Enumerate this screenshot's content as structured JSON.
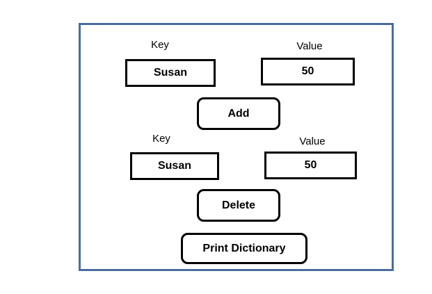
{
  "colors": {
    "panel_border": "#4a6d9e",
    "box_border": "#000000",
    "background": "#ffffff",
    "text": "#000000"
  },
  "add_section": {
    "key_label": "Key",
    "key_value": "Susan",
    "value_label": "Value",
    "value_value": "50",
    "button_label": "Add"
  },
  "delete_section": {
    "key_label": "Key",
    "key_value": "Susan",
    "value_label": "Value",
    "value_value": "50",
    "button_label": "Delete"
  },
  "print_section": {
    "button_label": "Print Dictionary"
  }
}
